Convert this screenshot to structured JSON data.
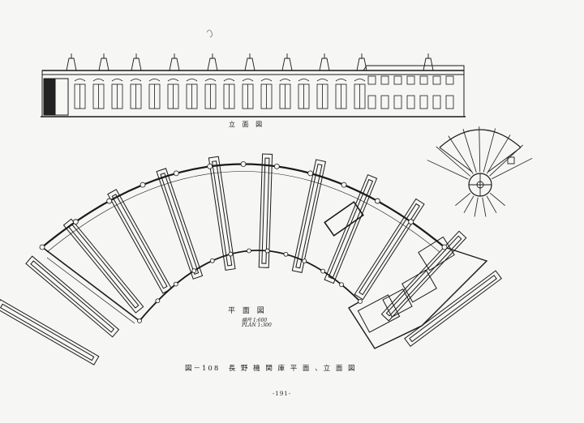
{
  "figure": {
    "elevation_title": "立 面 図",
    "plan_title": "平 面 図",
    "scale_note_a": "縮尺 1:600",
    "scale_note_b": "PLAN 1:300",
    "caption": "図－108　長 野 機 関 庫 平 面 、立 面 図",
    "page_number": "-191-"
  },
  "colors": {
    "paper": "#f6f6f4",
    "ink": "#1a1a1a"
  }
}
